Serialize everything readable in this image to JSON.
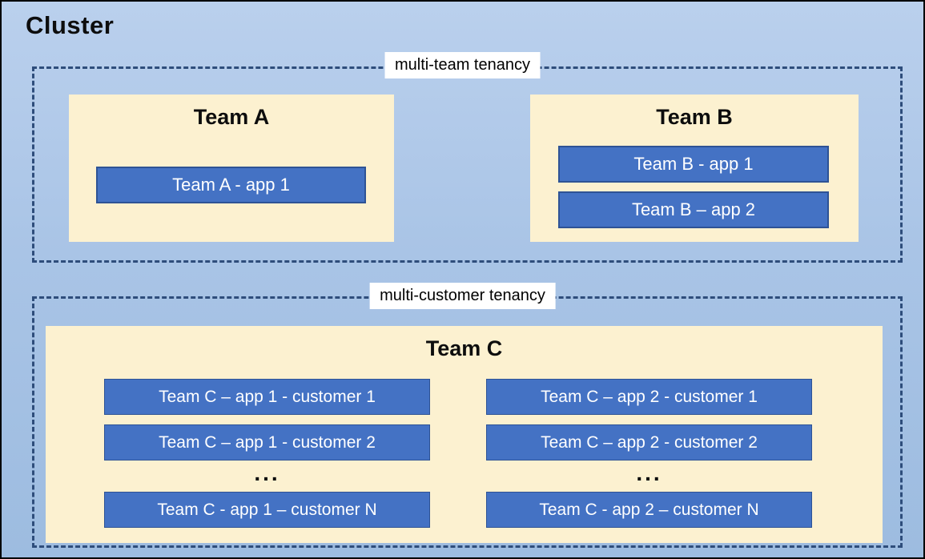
{
  "colors": {
    "canvas_blue": "#a9c4e6",
    "panel_cream": "#fcf1d0",
    "app_fill_blue": "#4472c4",
    "app_border_navy": "#2e5395",
    "dashed_border_navy": "#2e4d7b",
    "label_background": "#ffffff",
    "outer_border_black": "#000000"
  },
  "cluster": {
    "title": "Cluster"
  },
  "multi_team": {
    "label": "multi-team tenancy",
    "team_a": {
      "name": "Team A",
      "app1": "Team A - app 1"
    },
    "team_b": {
      "name": "Team B",
      "app1": "Team B - app 1",
      "app2": "Team B – app 2"
    }
  },
  "multi_customer": {
    "label": "multi-customer tenancy",
    "team_c": {
      "name": "Team C",
      "app1_customers": {
        "row1": "Team C – app 1 - customer 1",
        "row2": "Team C – app 1 - customer 2",
        "ellipsis": "...",
        "rowN": "Team C - app 1 – customer N"
      },
      "app2_customers": {
        "row1": "Team C – app 2 - customer 1",
        "row2": "Team C – app 2 - customer 2",
        "ellipsis": "...",
        "rowN": "Team C - app 2 – customer N"
      }
    }
  }
}
